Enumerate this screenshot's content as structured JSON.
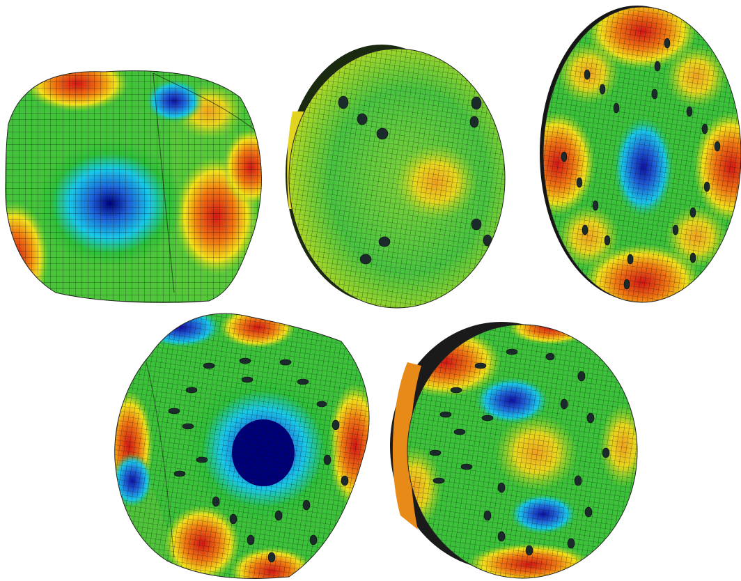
{
  "figure": {
    "panels": [
      {
        "id": "panel-1",
        "kind": "deformed-cube",
        "holes": false
      },
      {
        "id": "panel-2",
        "kind": "domed-disc",
        "holes": true
      },
      {
        "id": "panel-3",
        "kind": "oval-plate",
        "holes": true
      },
      {
        "id": "panel-4",
        "kind": "deformed-cube-perforated",
        "holes": true
      },
      {
        "id": "panel-5",
        "kind": "cylinder-perforated",
        "holes": true
      }
    ],
    "colormap": [
      "#00007a",
      "#1f5fd6",
      "#19c8e8",
      "#2fc03a",
      "#9fd62a",
      "#f2e21c",
      "#f07a12",
      "#d11616"
    ]
  }
}
